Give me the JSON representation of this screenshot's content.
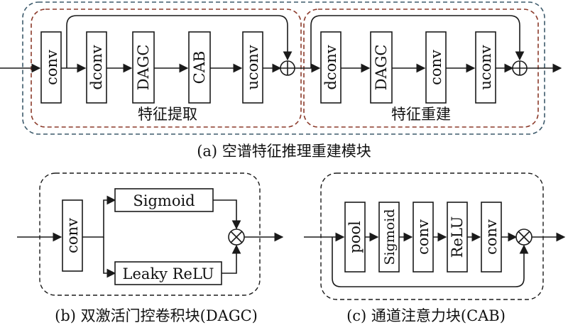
{
  "colors": {
    "outer_border": "#3d5a6b",
    "inner_border": "#8b3a2a",
    "stroke": "#1a1a1a"
  },
  "diagram_a": {
    "caption": "(a) 空谱特征推理重建模块",
    "extraction_label": "特征提取",
    "reconstruction_label": "特征重建",
    "extraction_blocks": [
      "conv",
      "dconv",
      "DAGC",
      "CAB",
      "uconv"
    ],
    "reconstruction_blocks": [
      "dconv",
      "DAGC",
      "conv",
      "uconv"
    ]
  },
  "diagram_b": {
    "caption": "(b) 双激活门控卷积块(DAGC)",
    "conv_label": "conv",
    "sigmoid_label": "Sigmoid",
    "leaky_label": "Leaky ReLU"
  },
  "diagram_c": {
    "caption": "(c) 通道注意力块(CAB)",
    "blocks": [
      "pool",
      "Sigmoid",
      "conv",
      "ReLU",
      "conv"
    ]
  }
}
